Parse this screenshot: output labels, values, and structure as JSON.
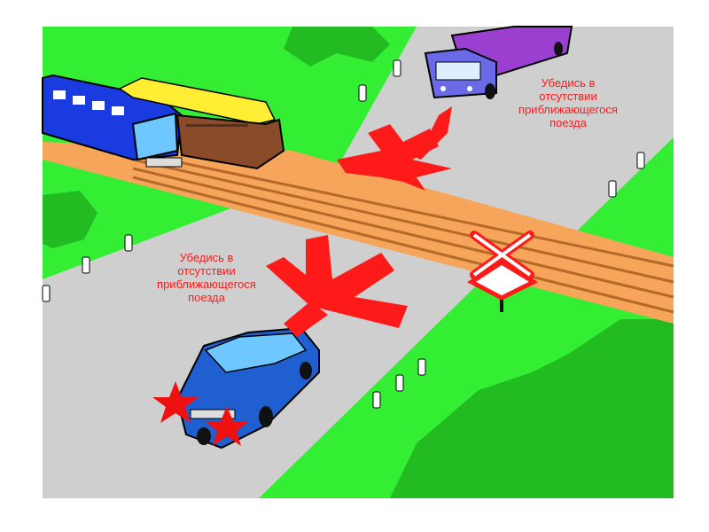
{
  "captions": {
    "top": {
      "lines": [
        "Убедись в",
        "отсутствии",
        "приближающегося",
        "поезда"
      ]
    },
    "bottom": {
      "lines": [
        "Убедись в",
        "отсутствии",
        "приближающегося",
        "поезда"
      ]
    }
  },
  "colors": {
    "background": "#ffffff",
    "grass": "#33ee33",
    "grass_dark": "#22bb22",
    "road": "#cfcfcf",
    "road_edge": "#b8b8b8",
    "rail_bed": "#f7a55a",
    "rail_line": "#b56a2a",
    "warning_red": "#ff1a1a",
    "caption_text": "#ff1a1a",
    "car_body": "#1f5fd0",
    "locomotive_body": "#1a3be0",
    "locomotive_front": "#6ec8ff",
    "wagon_body": "#8a4b2a",
    "logs": "#ffee33",
    "truck_cab": "#6a6ae8",
    "truck_trailer": "#9b3fd0"
  },
  "icons": {
    "left_cross": "x-mark-icon",
    "right_cross": "x-mark-icon",
    "railway_sign": "railroad-crossing-sign-icon",
    "hazard_stars": "hazard-star-icon"
  }
}
